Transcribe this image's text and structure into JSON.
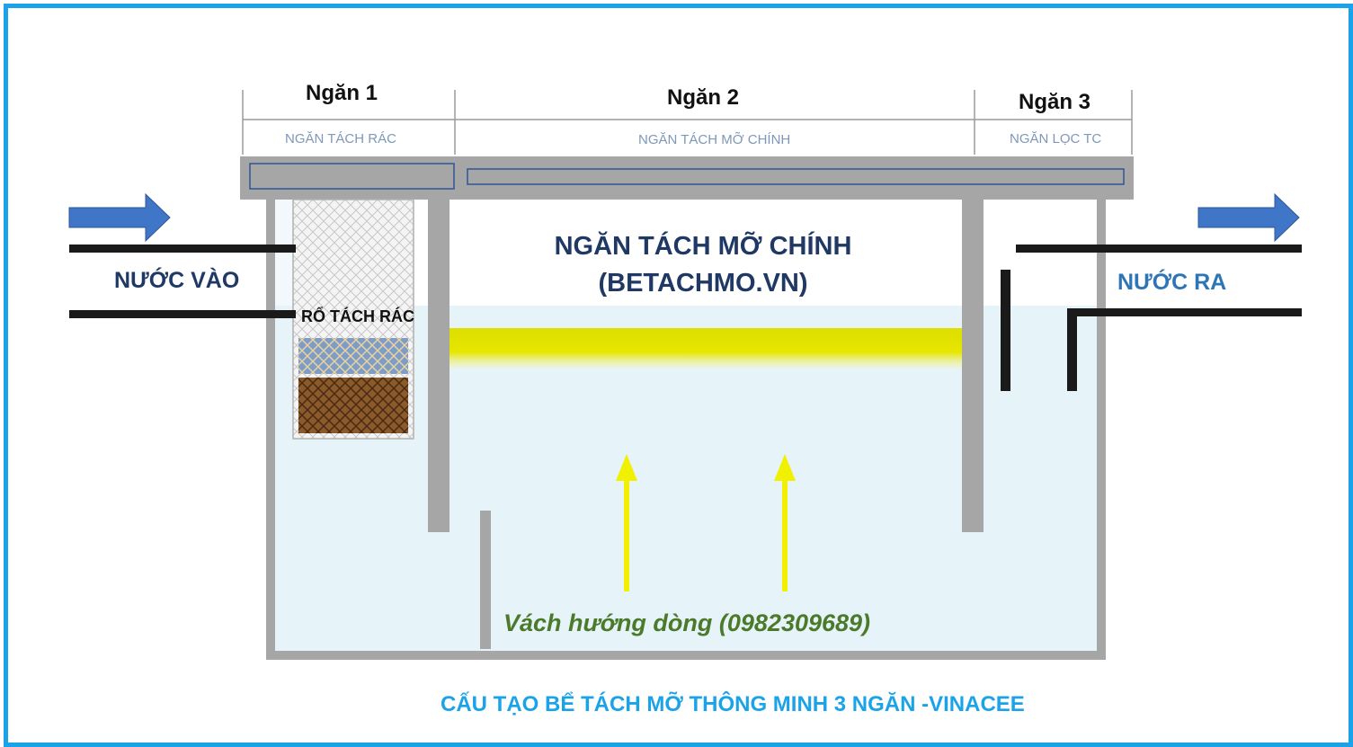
{
  "compartments": [
    {
      "title": "Ngăn 1",
      "subtitle": "NGĂN TÁCH RÁC"
    },
    {
      "title": "Ngăn 2",
      "subtitle": "NGĂN TÁCH MỠ CHÍNH"
    },
    {
      "title": "Ngăn 3",
      "subtitle": "NGĂN LỌC TC"
    }
  ],
  "main_label": {
    "line1": "NGĂN TÁCH MỠ CHÍNH",
    "line2": "(BETACHMO.VN)"
  },
  "inlet_label": "NƯỚC VÀO",
  "outlet_label": "NƯỚC RA",
  "basket_label": "RỔ TÁCH RÁC",
  "guide_label": "Vách hướng dòng (0982309689)",
  "caption": "CẤU TẠO BỂ TÁCH MỠ THÔNG MINH 3 NGĂN -VINACEE",
  "colors": {
    "frame": "#1aa3e8",
    "wall": "#a6a6a6",
    "water": "#e6f3f9",
    "grease": "#dede00",
    "arrow_flow": "#3f76c7",
    "arrow_up": "#f0f000",
    "pipe": "#1a1a1a"
  }
}
